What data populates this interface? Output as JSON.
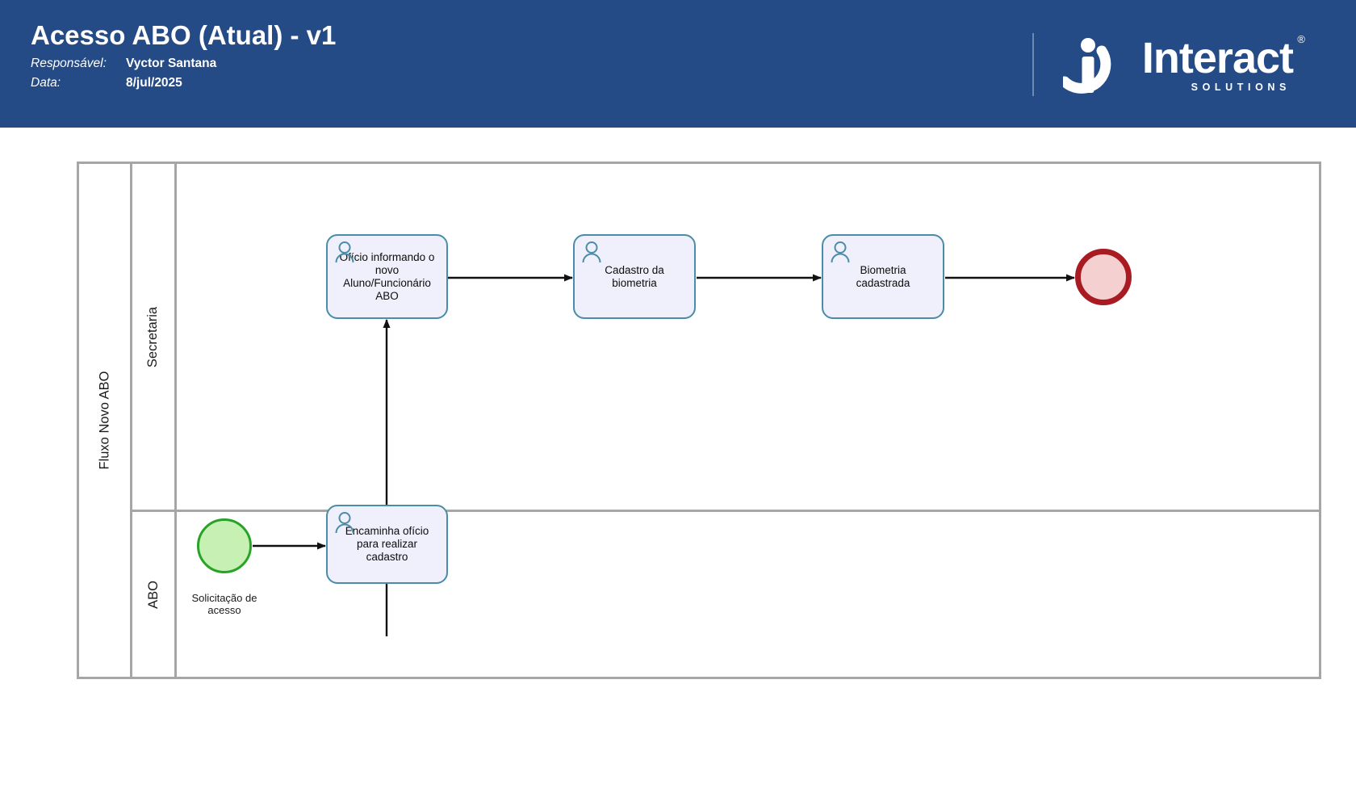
{
  "header": {
    "title": "Acesso ABO (Atual) - v1",
    "responsible_label": "Responsável:",
    "responsible_value": "Vyctor Santana",
    "date_label": "Data:",
    "date_value": "8/jul/2025",
    "background_color": "#254B86",
    "logo": {
      "word": "Interact",
      "registered": "®",
      "subtitle": "SOLUTIONS",
      "mark_name": "interact-i-mark"
    }
  },
  "diagram": {
    "pool": {
      "label": "Fluxo Novo ABO"
    },
    "lanes": [
      {
        "id": "secretaria",
        "label": "Secretaria"
      },
      {
        "id": "abo",
        "label": "ABO"
      }
    ],
    "nodes": [
      {
        "id": "start",
        "type": "start-event",
        "lane": "abo",
        "caption": "Solicitação de\nacesso",
        "fill": "#C6F0B4",
        "stroke": "#27A327"
      },
      {
        "id": "encaminha-oficio",
        "type": "user-task",
        "lane": "abo",
        "label": "Encaminha ofício\npara realizar\ncadastro",
        "fill": "#EFF0FB",
        "stroke": "#4B8CA6"
      },
      {
        "id": "oficio-informando",
        "type": "user-task",
        "lane": "secretaria",
        "label": "Ofício informando o\nnovo\nAluno/Funcionário\nABO",
        "fill": "#EFF0FB",
        "stroke": "#4B8CA6"
      },
      {
        "id": "cadastro-biometria",
        "type": "user-task",
        "lane": "secretaria",
        "label": "Cadastro da\nbiometria",
        "fill": "#EFF0FB",
        "stroke": "#4B8CA6"
      },
      {
        "id": "biometria-cadastrada",
        "type": "user-task",
        "lane": "secretaria",
        "label": "Biometria\ncadastrada",
        "fill": "#EFF0FB",
        "stroke": "#4B8CA6"
      },
      {
        "id": "end",
        "type": "end-event",
        "lane": "secretaria",
        "caption": "",
        "fill": "#F4D0D0",
        "stroke": "#A81B23"
      }
    ],
    "flows": [
      {
        "from": "start",
        "to": "encaminha-oficio"
      },
      {
        "from": "encaminha-oficio",
        "to": "oficio-informando"
      },
      {
        "from": "oficio-informando",
        "to": "cadastro-biometria"
      },
      {
        "from": "cadastro-biometria",
        "to": "biometria-cadastrada"
      },
      {
        "from": "biometria-cadastrada",
        "to": "end"
      }
    ],
    "border_color": "#A6A6A6"
  }
}
